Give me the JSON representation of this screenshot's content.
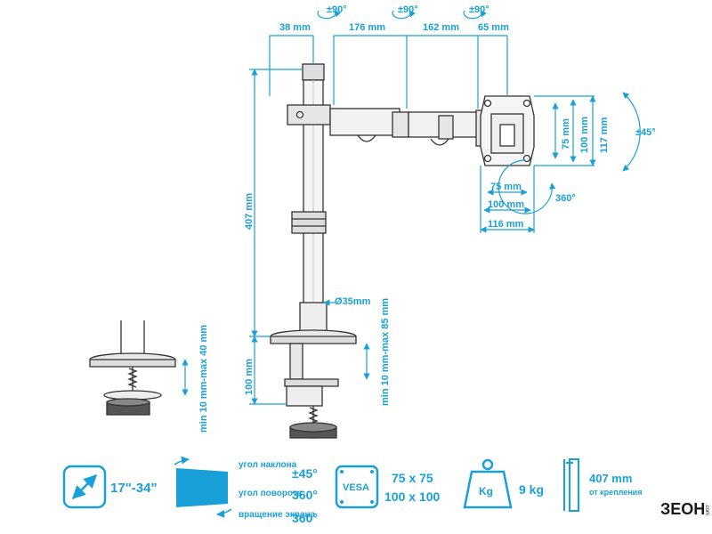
{
  "dimensions": {
    "rot_1": "±90°",
    "rot_2": "±90°",
    "rot_3": "±90°",
    "seg_1": "38 mm",
    "seg_2": "176 mm",
    "seg_3": "162 mm",
    "seg_4": "65 mm",
    "pole_height": "407 mm",
    "pole_diameter": "Ø35mm",
    "clamp_base": "100 mm",
    "clamp_range_main": "min 10 mm-max 85 mm",
    "clamp_range_small": "min 10 mm-max 40 mm",
    "vesa_v75": "75 mm",
    "vesa_v100": "100 mm",
    "vesa_v117": "117 mm",
    "vesa_h75": "75 mm",
    "vesa_h100": "100 mm",
    "vesa_h116": "116 mm",
    "tilt": "±45°",
    "rotation": "360°"
  },
  "specs": {
    "screen_size": "17\"-34\"",
    "tilt_label": "угол наклона",
    "tilt_value": "±45°",
    "swivel_label": "угол поворота",
    "swivel_value": "360°",
    "rotation_label": "вращение экрана",
    "rotation_value": "360°",
    "vesa_label": "VESA",
    "vesa_1": "75 x 75",
    "vesa_2": "100 x 100",
    "weight_unit": "Kg",
    "weight_value": "9 kg",
    "height_value": "407 mm",
    "height_label": "от крепления"
  },
  "brand": {
    "logo": "ЗЕОН",
    "domain": ".com"
  }
}
